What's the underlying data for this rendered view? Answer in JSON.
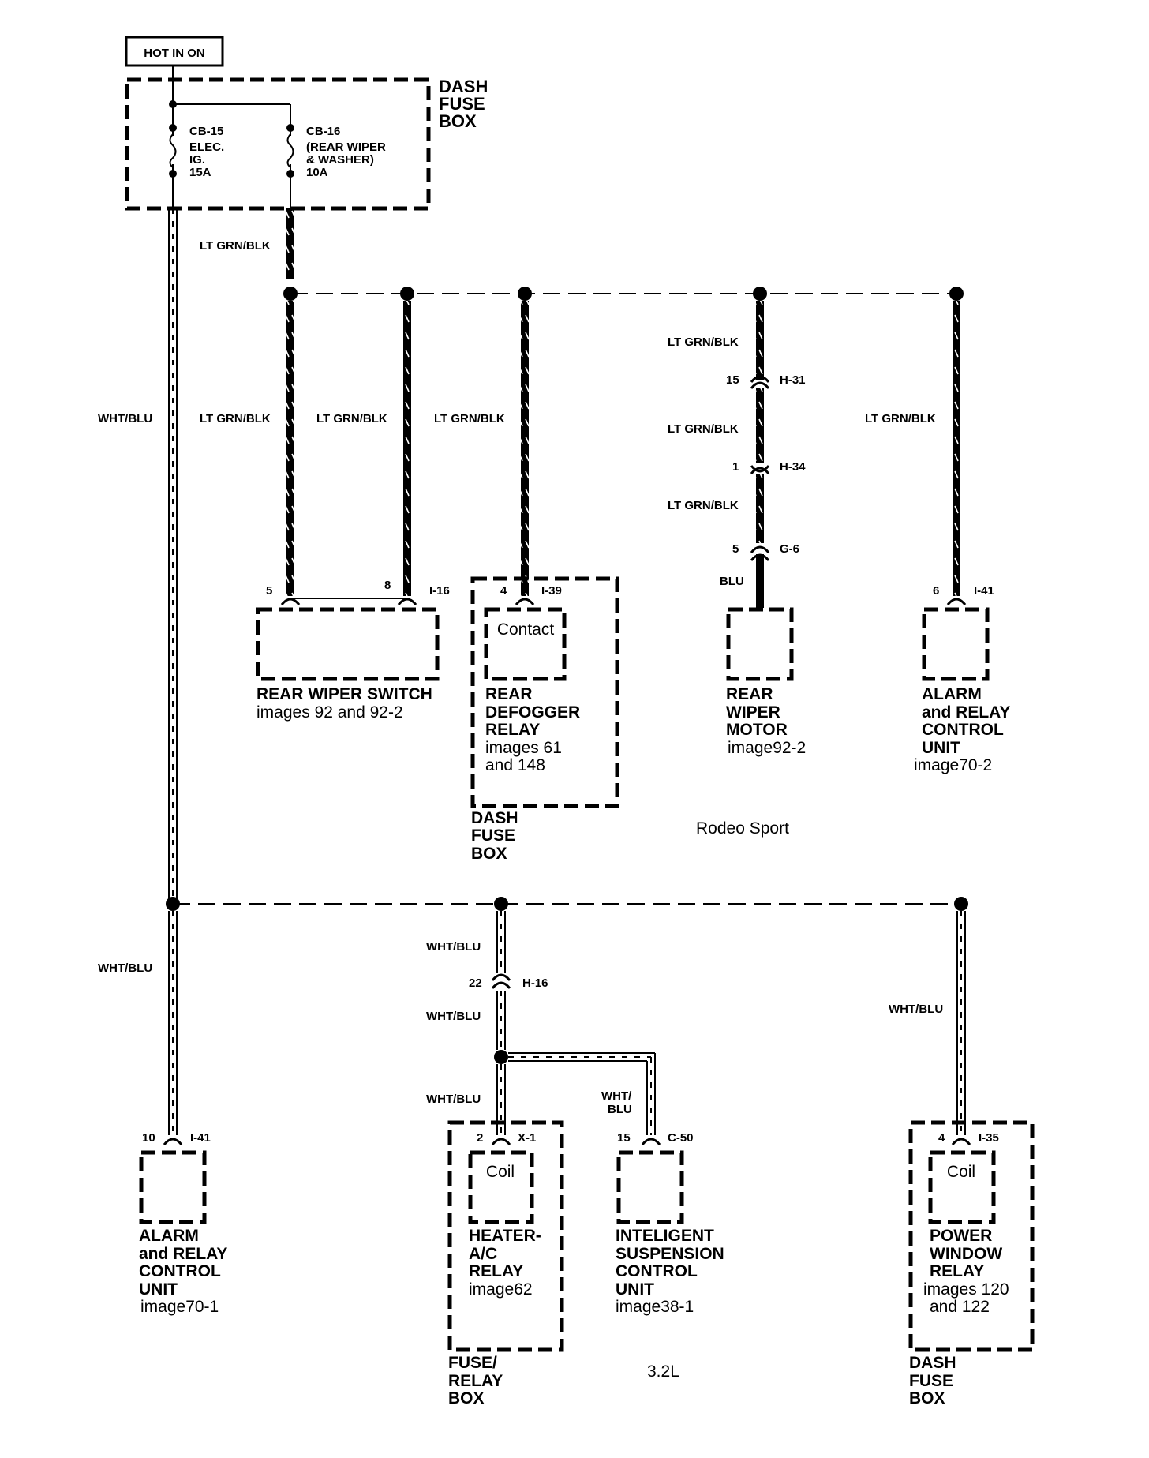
{
  "source_label": "HOT IN ON",
  "top_fuse_box": {
    "title": [
      "DASH",
      "FUSE",
      "BOX"
    ],
    "cb15": [
      "CB-15",
      "ELEC.",
      "IG.",
      "15A"
    ],
    "cb16": [
      "CB-16",
      "(REAR WIPER",
      "& WASHER)",
      "10A"
    ]
  },
  "wire_labels": {
    "lt_grn_blk": "LT GRN/BLK",
    "wht_blu": "WHT/BLU",
    "blu": "BLU",
    "wht_blu_split": [
      "WHT/",
      "BLU"
    ]
  },
  "connectors": {
    "h31": {
      "pin": "15",
      "name": "H-31"
    },
    "h34": {
      "pin": "1",
      "name": "H-34"
    },
    "g6": {
      "pin": "5",
      "name": "G-6"
    },
    "h16": {
      "pin": "22",
      "name": "H-16"
    }
  },
  "components_top": [
    {
      "id": "rear-wiper-switch",
      "pins": [
        "5",
        "8"
      ],
      "connector": "I-16",
      "title": [
        "REAR WIPER SWITCH"
      ],
      "ref": [
        "images 92 and 92-2"
      ]
    },
    {
      "id": "rear-defogger-relay",
      "pins": [
        "4"
      ],
      "connector": "I-39",
      "inner": "Contact",
      "title": [
        "REAR",
        "DEFOGGER",
        "RELAY"
      ],
      "ref": [
        "images 61",
        "and 148"
      ],
      "housing": [
        "DASH",
        "FUSE",
        "BOX"
      ]
    },
    {
      "id": "rear-wiper-motor",
      "title": [
        "REAR",
        "WIPER",
        "MOTOR"
      ],
      "ref": [
        "image92-2"
      ]
    },
    {
      "id": "alarm-relay-unit-top",
      "pins": [
        "6"
      ],
      "connector": "I-41",
      "title": [
        "ALARM",
        "and RELAY",
        "CONTROL",
        "UNIT"
      ],
      "ref": [
        "image70-2"
      ]
    }
  ],
  "components_bottom": [
    {
      "id": "alarm-relay-unit-bottom",
      "pins": [
        "10"
      ],
      "connector": "I-41",
      "title": [
        "ALARM",
        "and RELAY",
        "CONTROL",
        "UNIT"
      ],
      "ref": [
        "image70-1"
      ]
    },
    {
      "id": "heater-ac-relay",
      "pins": [
        "2"
      ],
      "connector": "X-1",
      "inner": "Coil",
      "title": [
        "HEATER-",
        "A/C",
        "RELAY"
      ],
      "ref": [
        "image62"
      ],
      "housing": [
        "FUSE/",
        "RELAY",
        "BOX"
      ]
    },
    {
      "id": "intelligent-suspension-unit",
      "pins": [
        "15"
      ],
      "connector": "C-50",
      "title": [
        "INTELIGENT",
        "SUSPENSION",
        "CONTROL",
        "UNIT"
      ],
      "ref": [
        "image38-1"
      ]
    },
    {
      "id": "power-window-relay",
      "pins": [
        "4"
      ],
      "connector": "I-35",
      "inner": "Coil",
      "title": [
        "POWER",
        "WINDOW",
        "RELAY"
      ],
      "ref": [
        "images 120",
        "and 122"
      ],
      "housing": [
        "DASH",
        "FUSE",
        "BOX"
      ]
    }
  ],
  "notes": {
    "rodeo": "Rodeo Sport",
    "engine": "3.2L"
  }
}
